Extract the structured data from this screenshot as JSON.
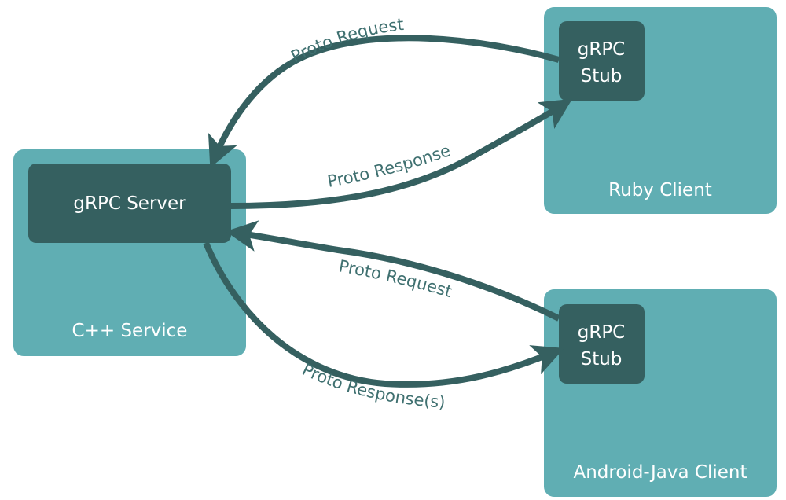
{
  "colors": {
    "container": "#60aeb3",
    "component": "#356060",
    "arrow": "#356060",
    "arrow_label": "#3f7070",
    "box_text": "#ffffff",
    "background": "#ffffff"
  },
  "nodes": {
    "cpp_service": {
      "label": "C++ Service",
      "component": {
        "label": "gRPC Server"
      }
    },
    "ruby_client": {
      "label": "Ruby Client",
      "component": {
        "label_line1": "gRPC",
        "label_line2": "Stub"
      }
    },
    "android_client": {
      "label": "Android-Java Client",
      "component": {
        "label_line1": "gRPC",
        "label_line2": "Stub"
      }
    }
  },
  "edges": [
    {
      "from": "Ruby gRPC Stub",
      "to": "gRPC Server",
      "label": "Proto Request"
    },
    {
      "from": "gRPC Server",
      "to": "Ruby gRPC Stub",
      "label": "Proto Response"
    },
    {
      "from": "Android gRPC Stub",
      "to": "gRPC Server",
      "label": "Proto Request"
    },
    {
      "from": "gRPC Server",
      "to": "Android gRPC Stub",
      "label": "Proto Response(s)"
    }
  ]
}
